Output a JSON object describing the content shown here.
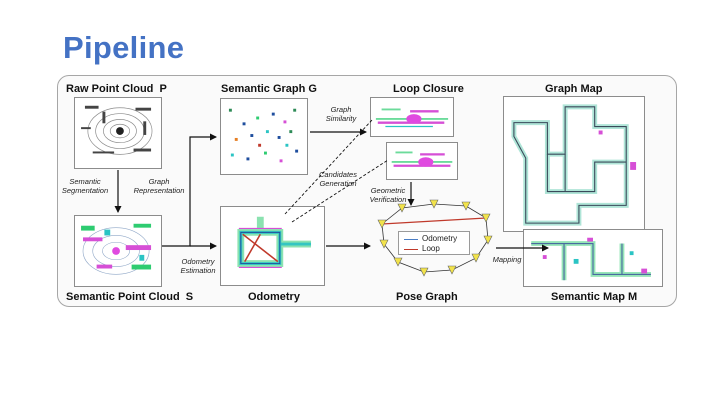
{
  "slide": {
    "title": "Pipeline"
  },
  "modules": {
    "raw_point_cloud": "Raw Point Cloud  P",
    "semantic_point_cloud": "Semantic Point Cloud  S",
    "semantic_graph": "Semantic Graph G",
    "odometry": "Odometry",
    "loop_closure": "Loop Closure",
    "pose_graph": "Pose Graph",
    "graph_map": "Graph Map",
    "semantic_map": "Semantic Map M"
  },
  "edges": {
    "semantic_segmentation": [
      "Semantic",
      "Segmentation"
    ],
    "graph_representation": [
      "Graph",
      "Representation"
    ],
    "graph_similarity": [
      "Graph",
      "Similarity"
    ],
    "candidates_generation": [
      "Candidates",
      "Generation"
    ],
    "geometric_verification": [
      "Geometric",
      "Verification"
    ],
    "odometry_estimation": [
      "Odometry",
      "Estimation"
    ],
    "mapping": [
      "Mapping"
    ]
  },
  "legend": {
    "odometry": {
      "label": "Odometry",
      "color": "#4a7dc4"
    },
    "loop": {
      "label": "Loop",
      "color": "#c0392b"
    }
  },
  "colors": {
    "title": "#4472c4",
    "node_fill": "#f2e34b",
    "semantic_green": "#2ecc71",
    "semantic_magenta": "#d64fd6",
    "semantic_cyan": "#2bc4c4"
  }
}
